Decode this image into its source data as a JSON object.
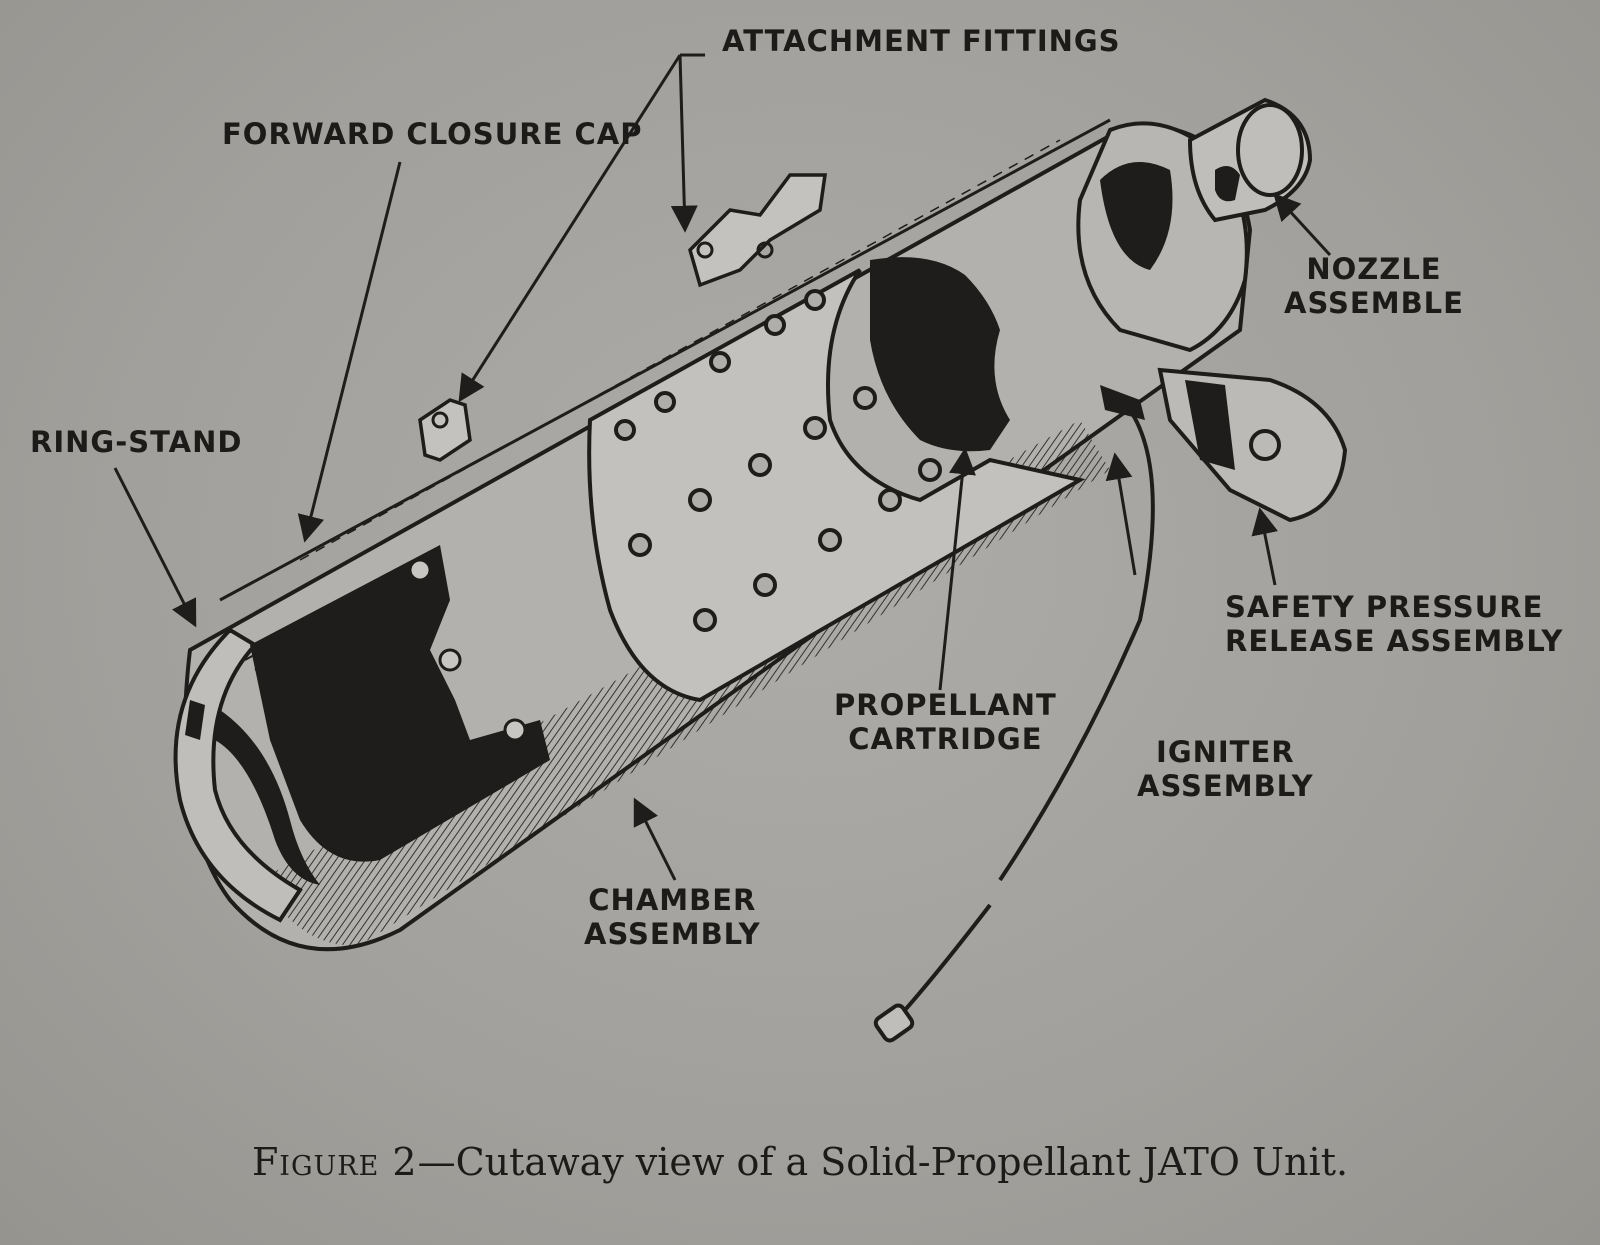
{
  "labels": {
    "attachment_fittings": "ATTACHMENT FITTINGS",
    "forward_closure_cap": "FORWARD CLOSURE CAP",
    "ring_stand": "RING-STAND",
    "nozzle_line1": "NOZZLE",
    "nozzle_line2": "ASSEMBLE",
    "safety_line1": "SAFETY PRESSURE",
    "safety_line2": "RELEASE ASSEMBLY",
    "propellant_line1": "PROPELLANT",
    "propellant_line2": "CARTRIDGE",
    "igniter_line1": "IGNITER",
    "igniter_line2": "ASSEMBLY",
    "chamber_line1": "CHAMBER",
    "chamber_line2": "ASSEMBLY"
  },
  "caption": {
    "figure": "Figure 2",
    "dash": "—",
    "text": "Cutaway view of a Solid-Propellant JATO Unit."
  },
  "colors": {
    "paper": "#a3a19e",
    "ink": "#1f1d1b"
  }
}
